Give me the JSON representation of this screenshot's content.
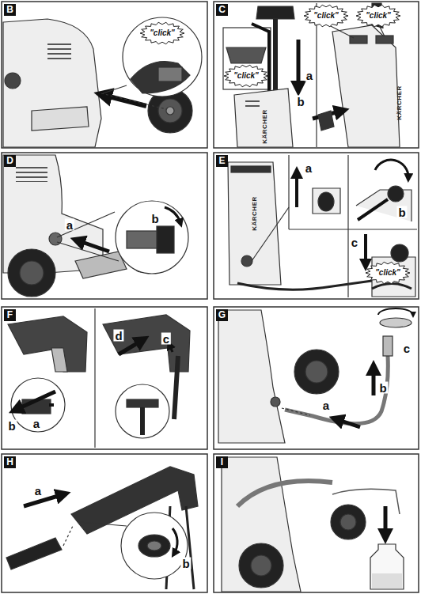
{
  "diagram": {
    "labels": [
      "B",
      "\"click\"",
      "C",
      "\"click\"",
      "a",
      "\"click\"",
      "\"click\"",
      "b",
      "KÄRCHER",
      "KÄRCHER",
      "D",
      "b",
      "a",
      "E",
      "KÄRCHER",
      "a",
      "b",
      "c",
      "\"click\"",
      "F",
      "a",
      "b",
      "d",
      "c",
      "G",
      "c",
      "b",
      "a",
      "H",
      "a",
      "b",
      "I"
    ]
  }
}
